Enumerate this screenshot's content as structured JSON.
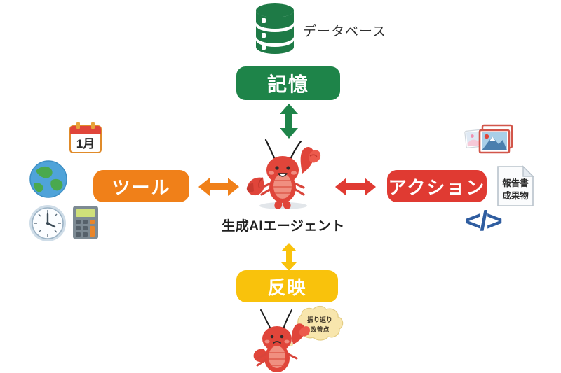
{
  "diagram": {
    "title_visible": false,
    "background": "#ffffff",
    "colors": {
      "memory_green": "#1e8449",
      "tool_orange": "#f08019",
      "action_red": "#e03a32",
      "reflect_yellow": "#f9c20c",
      "code_blue": "#2f5da0",
      "text_dark": "#2f2f2f"
    },
    "nodes": {
      "database": {
        "label": "データベース",
        "icon": "database-icon"
      },
      "memory": {
        "label": "記憶"
      },
      "tool": {
        "label": "ツール"
      },
      "agent": {
        "label": "生成AIエージェント",
        "icon": "lobster-mascot-icon"
      },
      "action": {
        "label": "アクション"
      },
      "reflect": {
        "label": "反映"
      }
    },
    "arrows": {
      "memory_to_agent": {
        "direction": "vertical-double",
        "color": "#1e8449"
      },
      "tool_to_agent": {
        "direction": "horizontal-double",
        "color": "#f08019"
      },
      "agent_to_action": {
        "direction": "horizontal-double",
        "color": "#e03a32"
      },
      "agent_to_reflect": {
        "direction": "vertical-double",
        "color": "#f9c20c"
      }
    },
    "left_icons": [
      {
        "name": "calendar-icon",
        "label": "1月"
      },
      {
        "name": "globe-icon",
        "label": ""
      },
      {
        "name": "clock-icon",
        "label": ""
      },
      {
        "name": "calculator-icon",
        "label": ""
      }
    ],
    "right_icons": [
      {
        "name": "photos-icon",
        "label": ""
      },
      {
        "name": "document-icon",
        "label_line1": "報告書",
        "label_line2": "成果物"
      },
      {
        "name": "code-icon",
        "label": "</>"
      }
    ],
    "thought_bubble": {
      "line1": "振り返り",
      "line2": "改善点"
    }
  }
}
